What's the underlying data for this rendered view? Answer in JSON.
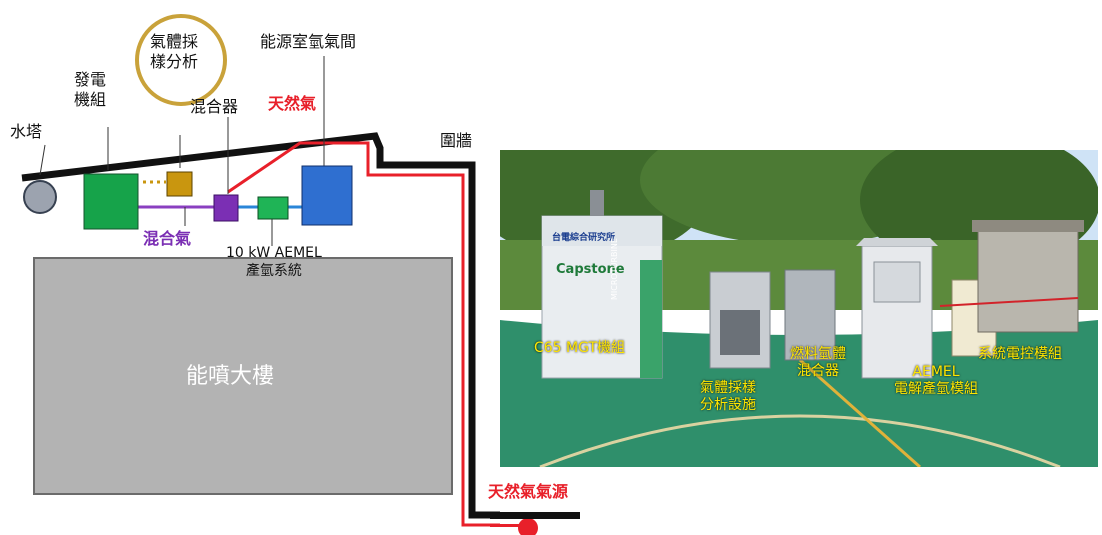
{
  "diagram": {
    "labels": {
      "water_tower": "水塔",
      "generator": "發電\n機組",
      "gas_sampling": "氣體採\n樣分析",
      "mixer": "混合器",
      "natural_gas": "天然氣",
      "hydrogen_room": "能源室氫氣間",
      "wall": "圍牆",
      "mixed_gas": "混合氣",
      "aemel_system": "10 kW AEMEL\n產氫系統",
      "building": "能噴大樓",
      "gas_source": "天然氣氣源"
    },
    "colors": {
      "generator": "#16a34a",
      "sampling_box": "#c9960f",
      "mixer": "#7b2fb4",
      "aemel_box": "#1fb456",
      "hydrogen_room": "#2f6fd0",
      "gas_line": "#e8202a",
      "mix_line": "#8a3fc0",
      "h2_line": "#2a86d8",
      "wall_line": "#111111",
      "circle_accent": "#c9a23a"
    }
  },
  "photo": {
    "sign_company": "台電綜合研究所",
    "sign_brand": "Capstone",
    "sign_side": "MICROTURBINE",
    "labels": {
      "mgt": "C65 MGT機組",
      "sampling": "氣體採樣\n分析設施",
      "fuel_mixer": "燃料氫體\n混合器",
      "aemel": "AEMEL\n電解產氫模組",
      "control": "系統電控模組"
    }
  }
}
